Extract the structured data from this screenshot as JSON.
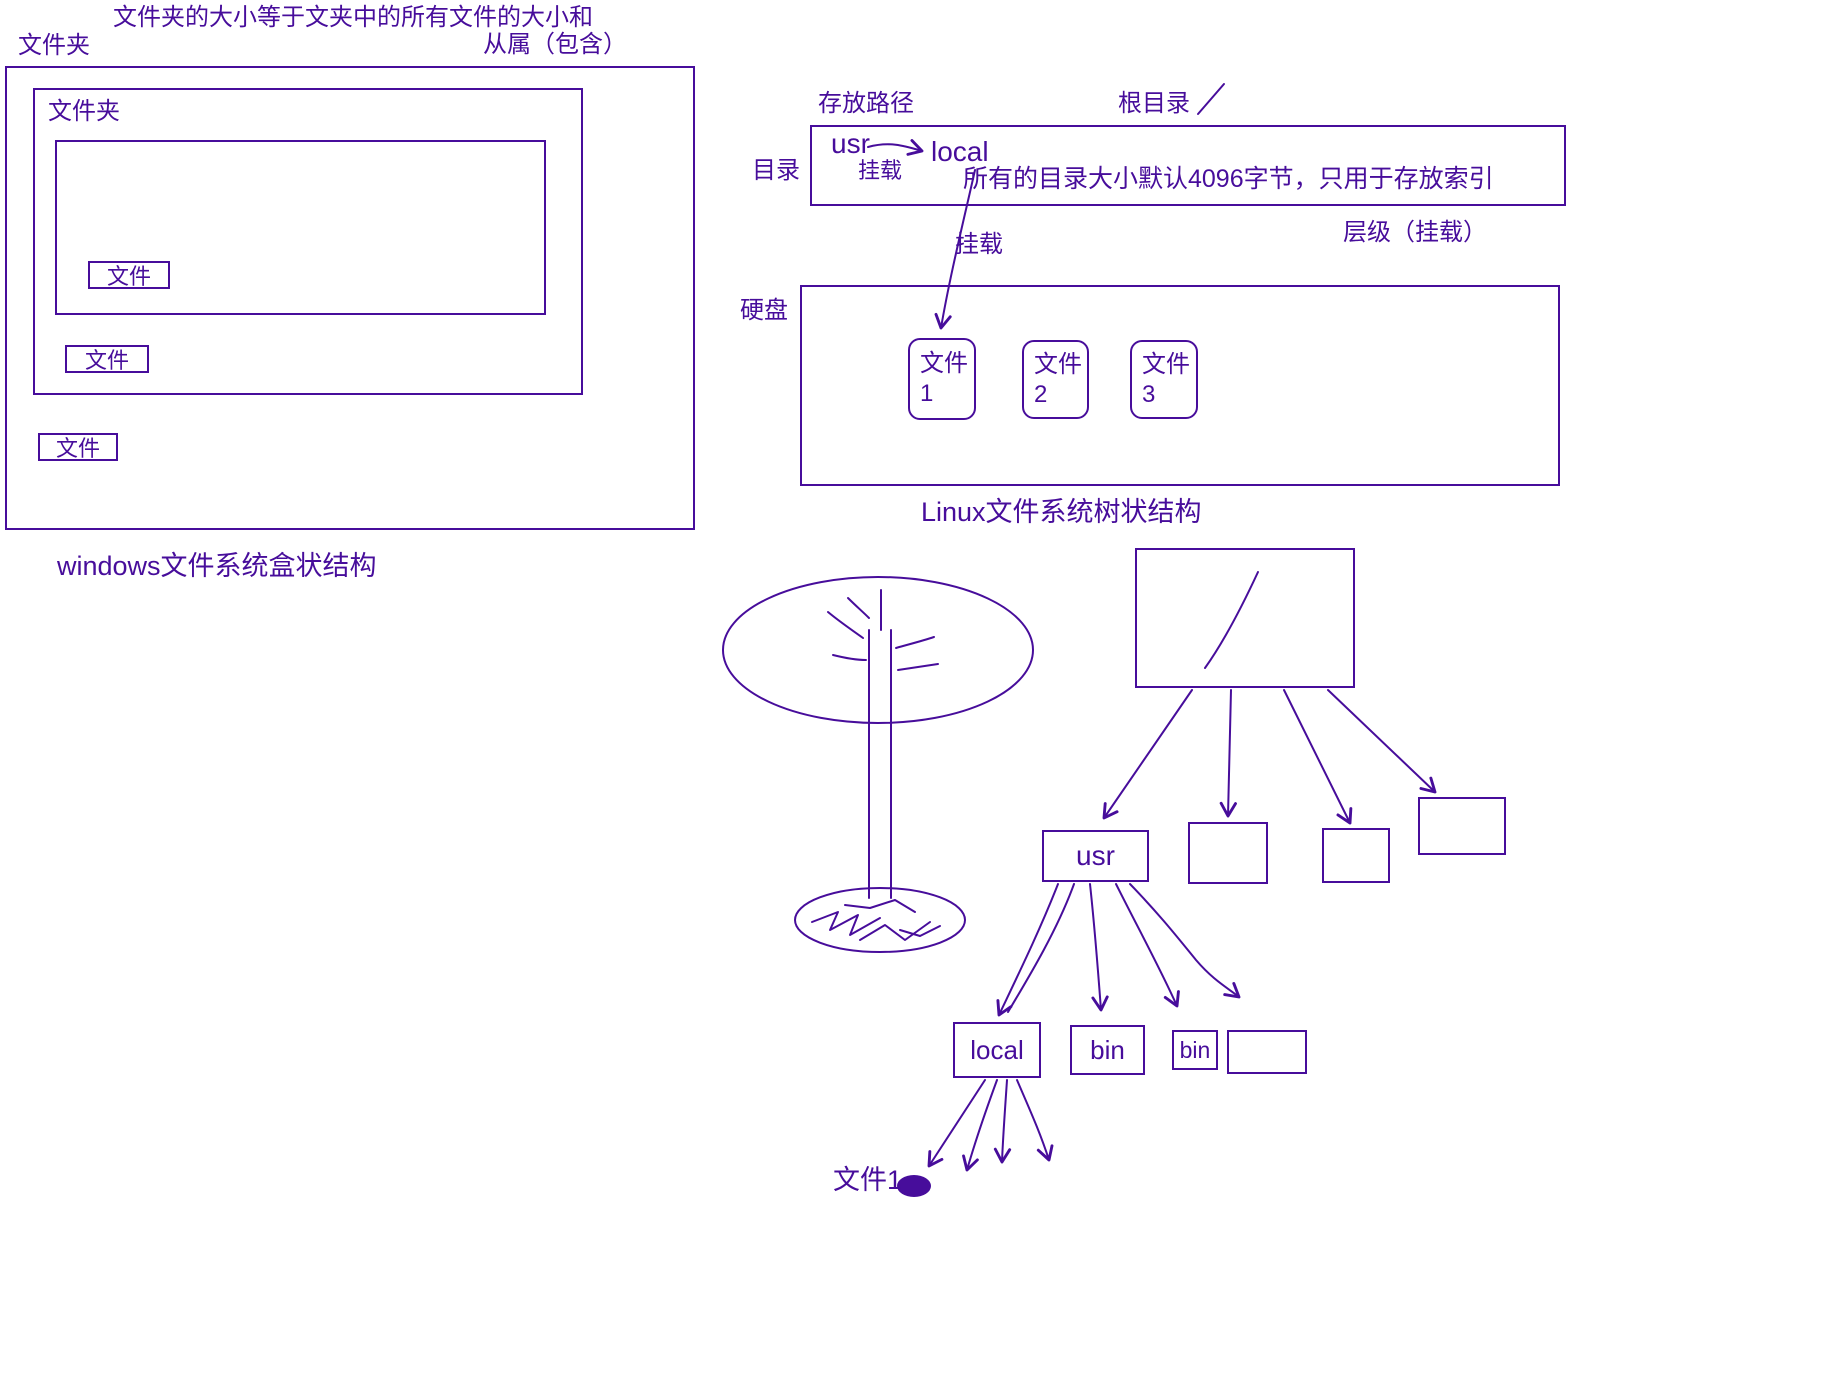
{
  "colors": {
    "ink": "#470d9b"
  },
  "windows_diagram": {
    "note": "文件夹的大小等于文夹中的所有文件的大小和",
    "folder_label": "文件夹",
    "relation_label": "从属（包含）",
    "inner_folder_label": "文件夹",
    "files": [
      "文件",
      "文件",
      "文件"
    ],
    "caption": "windows文件系统盒状结构"
  },
  "linux_diagram": {
    "path_label": "存放路径",
    "root_label": "根目录",
    "dir_label": "目录",
    "usr": "usr",
    "mount1": "挂载",
    "local": "local",
    "size_note": "所有的目录大小默认4096字节，只用于存放索引",
    "mount2": "挂载",
    "level_label": "层级（挂载）",
    "disk_label": "硬盘",
    "files": [
      {
        "name": "文件",
        "num": "1"
      },
      {
        "name": "文件",
        "num": "2"
      },
      {
        "name": "文件",
        "num": "3"
      }
    ],
    "caption": "Linux文件系统树状结构"
  },
  "tree_diagram": {
    "usr": "usr",
    "local": "local",
    "bin1": "bin",
    "bin2": "bin",
    "file1": "文件1"
  }
}
